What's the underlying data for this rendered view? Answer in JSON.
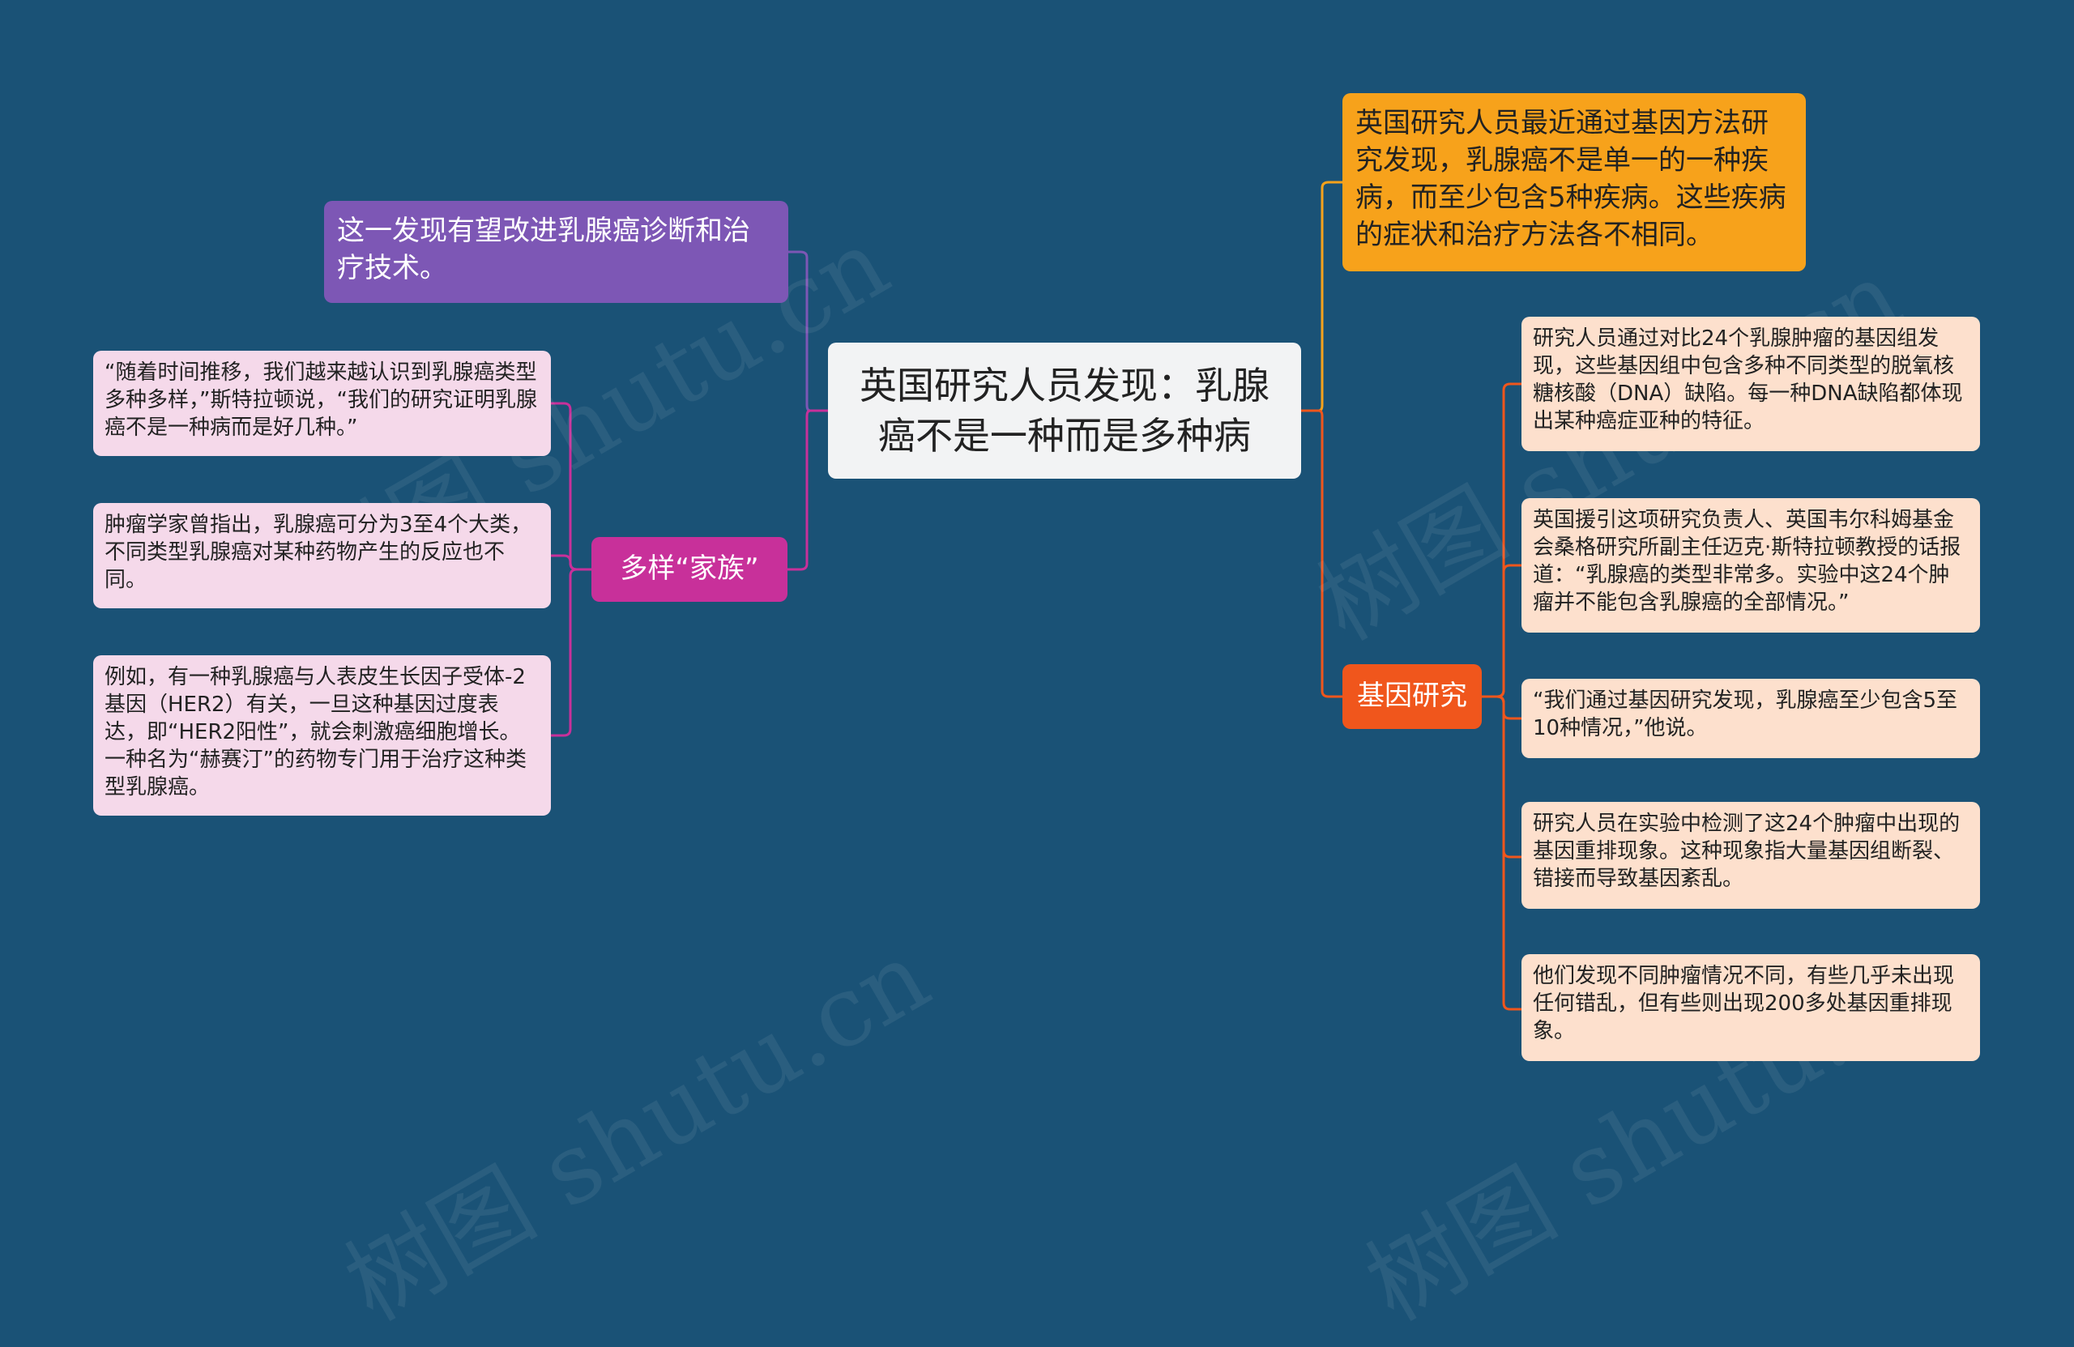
{
  "watermark": "树图 shutu.cn",
  "root": "英国研究人员发现：乳腺癌不是一种而是多种病",
  "right": {
    "intro": "英国研究人员最近通过基因方法研究发现，乳腺癌不是单一的一种疾病，而至少包含5种疾病。这些疾病的症状和治疗方法各不相同。",
    "gene": {
      "label": "基因研究",
      "items": [
        "研究人员通过对比24个乳腺肿瘤的基因组发现，这些基因组中包含多种不同类型的脱氧核糖核酸（DNA）缺陷。每一种DNA缺陷都体现出某种癌症亚种的特征。",
        "英国援引这项研究负责人、英国韦尔科姆基金会桑格研究所副主任迈克·斯特拉顿教授的话报道：“乳腺癌的类型非常多。实验中这24个肿瘤并不能包含乳腺癌的全部情况。”",
        "“我们通过基因研究发现，乳腺癌至少包含5至10种情况，”他说。",
        "研究人员在实验中检测了这24个肿瘤中出现的基因重排现象。这种现象指大量基因组断裂、错接而导致基因紊乱。",
        "他们发现不同肿瘤情况不同，有些几乎未出现任何错乱，但有些则出现200多处基因重排现象。"
      ]
    }
  },
  "left": {
    "outlook": "这一发现有望改进乳腺癌诊断和治疗技术。",
    "family": {
      "label": "多样“家族”",
      "items": [
        "“随着时间推移，我们越来越认识到乳腺癌类型多种多样，”斯特拉顿说，“我们的研究证明乳腺癌不是一种病而是好几种。”",
        "肿瘤学家曾指出，乳腺癌可分为3至4个大类，不同类型乳腺癌对某种药物产生的反应也不同。",
        "例如，有一种乳腺癌与人表皮生长因子受体-2基因（HER2）有关，一旦这种基因过度表达，即“HER2阳性”，就会刺激癌细胞增长。一种名为“赫赛汀”的药物专门用于治疗这种类型乳腺癌。"
      ]
    }
  },
  "colors": {
    "background": "#1a5276",
    "orange": "#f7a21b",
    "purple": "#7d57b5",
    "magenta": "#c8309a",
    "red": "#f0561c",
    "leaf_left": "#f5d9ea",
    "leaf_right": "#fde0cd"
  }
}
